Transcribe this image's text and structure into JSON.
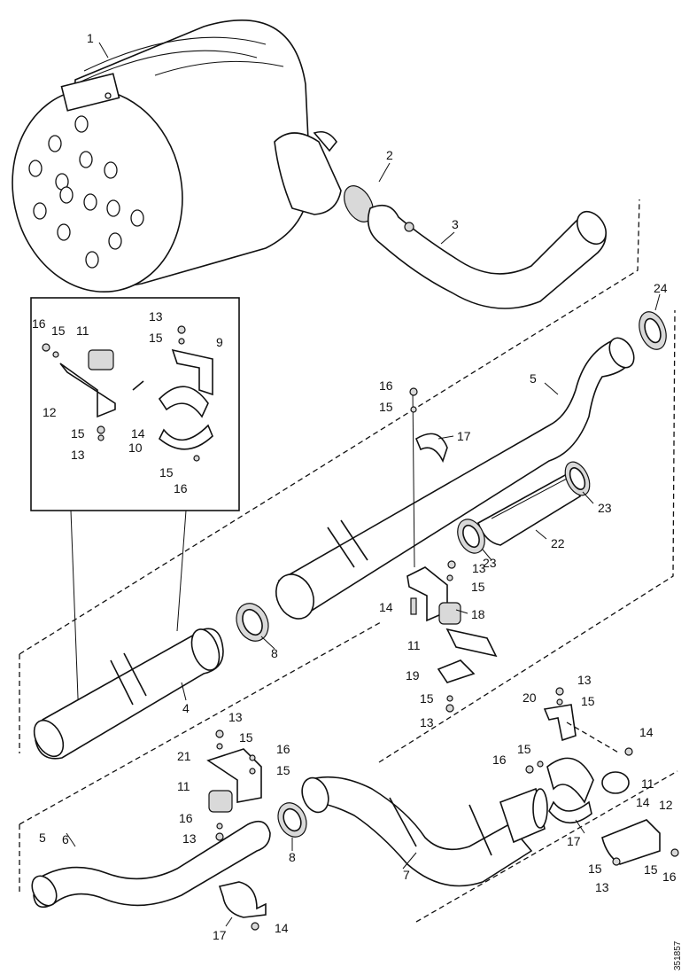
{
  "callouts": {
    "c1": "1",
    "c2": "2",
    "c3": "3",
    "c4": "4",
    "c5a": "5",
    "c5b": "5",
    "c6": "6",
    "c7": "7",
    "c8a": "8",
    "c8b": "8",
    "c9": "9",
    "c10": "10",
    "c11a": "11",
    "c11b": "11",
    "c11c": "11",
    "c11d": "11",
    "c12a": "12",
    "c12b": "12",
    "c13a": "13",
    "c13b": "13",
    "c13c": "13",
    "c13d": "13",
    "c13e": "13",
    "c13f": "13",
    "c13g": "13",
    "c13h": "13",
    "c14a": "14",
    "c14b": "14",
    "c14c": "14",
    "c14d": "14",
    "c14e": "14",
    "c15a": "15",
    "c15b": "15",
    "c15c": "15",
    "c15d": "15",
    "c15e": "15",
    "c15f": "15",
    "c15g": "15",
    "c15h": "15",
    "c15i": "15",
    "c15j": "15",
    "c15k": "15",
    "c15l": "15",
    "c15m": "15",
    "c16a": "16",
    "c16b": "16",
    "c16c": "16",
    "c16d": "16",
    "c16e": "16",
    "c16f": "16",
    "c16g": "16",
    "c17a": "17",
    "c17b": "17",
    "c17c": "17",
    "c18": "18",
    "c19": "19",
    "c20": "20",
    "c21": "21",
    "c22": "22",
    "c23a": "23",
    "c23b": "23",
    "c24": "24"
  },
  "drawing_id": "351857"
}
